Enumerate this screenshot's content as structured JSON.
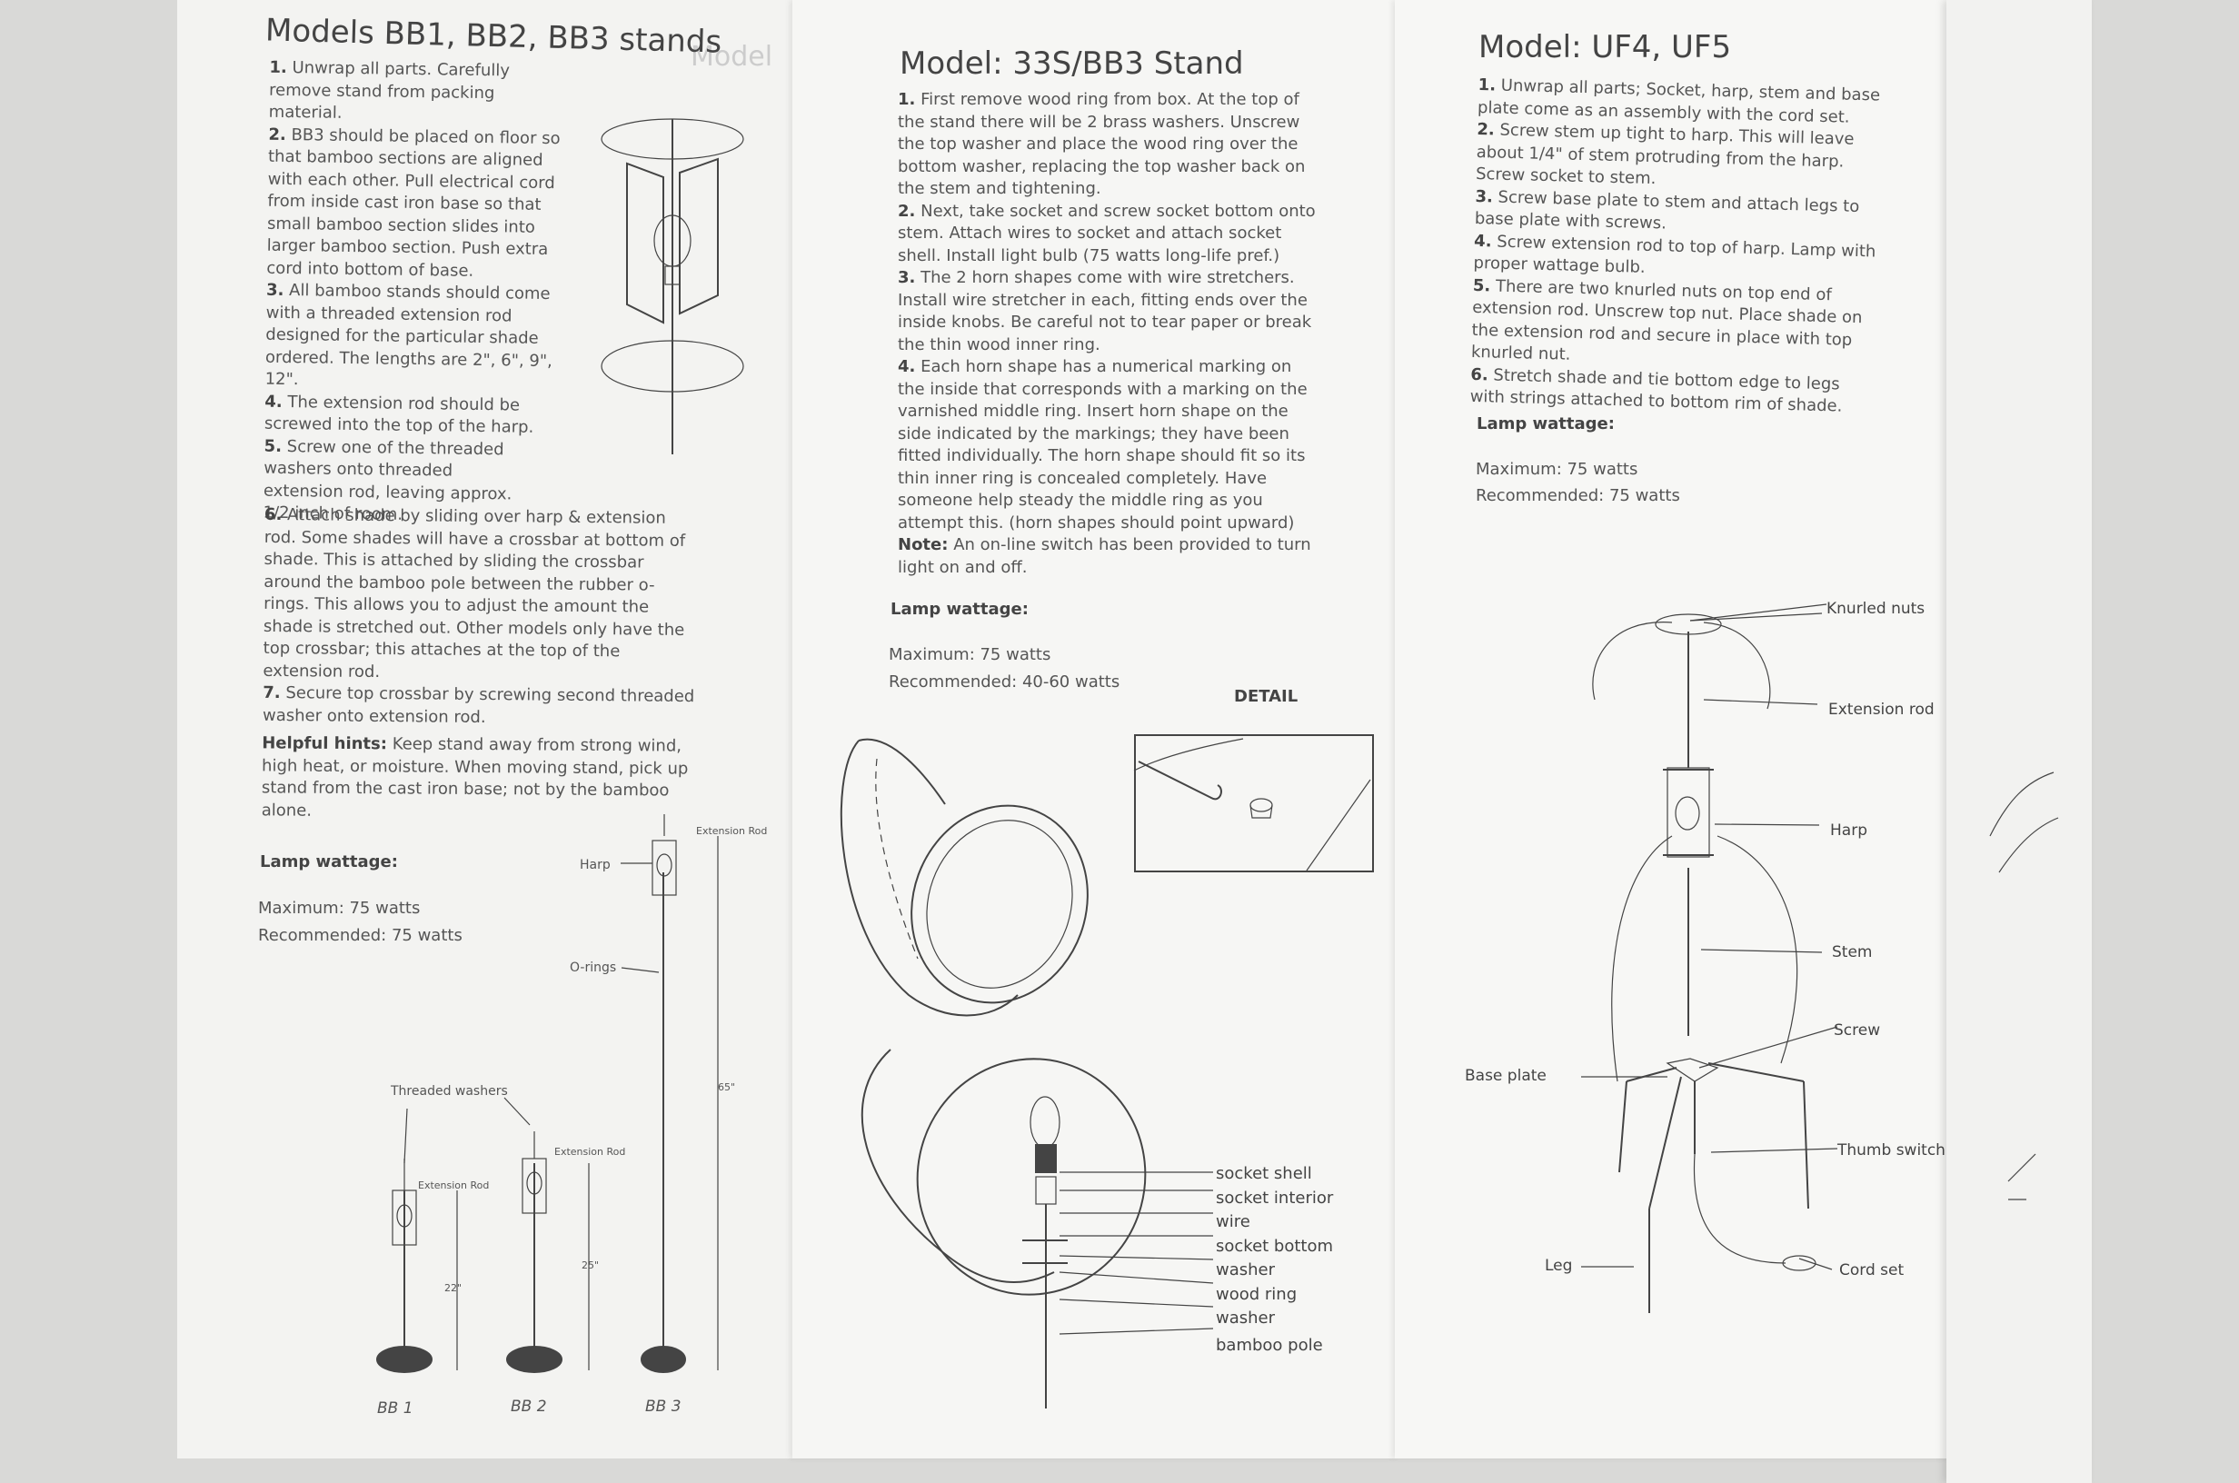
{
  "left": {
    "title": "Models BB1, BB2, BB3 stands",
    "steps": [
      {
        "num": "1.",
        "text": "Unwrap all parts. Carefully remove stand from packing material."
      },
      {
        "num": "2.",
        "text": "BB3 should be placed on floor so that bamboo sections are aligned with each other. Pull electrical cord from inside cast iron base so that small bamboo section slides into larger bamboo section. Push extra cord into bottom of base."
      },
      {
        "num": "3.",
        "text": "All bamboo stands should come with a threaded extension rod designed for the particular shade ordered. The lengths are 2\", 6\", 9\", 12\"."
      },
      {
        "num": "4.",
        "text": "The extension rod should be screwed into the top of the harp."
      },
      {
        "num": "5.",
        "text": "Screw one of the threaded washers onto threaded extension rod, leaving approx. 1/2 inch of room."
      },
      {
        "num": "6.",
        "text": "Attach shade by sliding over harp & extension rod. Some shades will have a crossbar at bottom of shade. This is attached by sliding the crossbar around the bamboo pole between the rubber o-rings. This allows you to adjust the amount the shade is stretched out. Other models only have the top crossbar; this attaches at the top of the extension rod."
      },
      {
        "num": "7.",
        "text": "Secure top crossbar by screwing second threaded washer onto extension rod."
      }
    ],
    "hints_label": "Helpful hints:",
    "hints_text": "Keep stand away from strong wind, high heat, or moisture. When moving stand, pick up stand from the cast iron base; not by the bamboo alone.",
    "wattage_heading": "Lamp wattage:",
    "max": "Maximum: 75 watts",
    "rec": "Recommended: 75 watts",
    "diagram": {
      "harp": "Harp",
      "orings": "O-rings",
      "threaded_washers": "Threaded washers",
      "ext_rod_1": "Extension Rod",
      "ext_rod_2": "Extension Rod",
      "ext_rod_3": "Extension Rod",
      "h1": "22\"",
      "h2": "25\"",
      "h3": "65\"",
      "cap1": "BB 1",
      "cap2": "BB 2",
      "cap3": "BB 3"
    }
  },
  "middle": {
    "title": "Model: 33S/BB3 Stand",
    "steps": [
      {
        "num": "1.",
        "text": "First remove wood ring from box. At the top of the stand there will be 2 brass washers. Unscrew the top washer and place the wood ring over the bottom washer, replacing the top washer back on the stem and tightening."
      },
      {
        "num": "2.",
        "text": "Next, take socket and screw socket bottom onto stem. Attach wires to socket and attach socket shell. Install light bulb (75 watts long-life pref.)"
      },
      {
        "num": "3.",
        "text": "The 2 horn shapes come with wire stretchers. Install wire stretcher in each, fitting ends over the inside knobs. Be careful not to tear paper or break the thin wood inner ring."
      },
      {
        "num": "4.",
        "text": "Each horn shape has a numerical marking on the inside that corresponds with a marking on the varnished middle ring. Insert horn shape on the side indicated by the markings; they have been fitted individually. The horn shape should fit so its thin inner ring is concealed completely. Have someone help steady the middle ring as you attempt this. (horn shapes should point upward)"
      }
    ],
    "note_label": "Note:",
    "note_text": "An on-line switch has been provided to turn light on and off.",
    "wattage_heading": "Lamp wattage:",
    "max": "Maximum: 75 watts",
    "rec": "Recommended: 40-60 watts",
    "detail": "DETAIL",
    "parts": [
      "socket shell",
      "socket interior",
      "wire",
      "socket bottom",
      "washer",
      "wood ring",
      "washer",
      "bamboo pole"
    ]
  },
  "right": {
    "title": "Model: UF4, UF5",
    "steps": [
      {
        "num": "1.",
        "text": "Unwrap all parts; Socket, harp, stem and base plate come as an assembly with the cord set."
      },
      {
        "num": "2.",
        "text": "Screw stem up tight to harp. This will leave about 1/4\" of stem protruding from the harp. Screw socket to stem."
      },
      {
        "num": "3.",
        "text": "Screw base plate to stem and attach legs to base plate with screws."
      },
      {
        "num": "4.",
        "text": "Screw extension rod to top of harp. Lamp with proper wattage bulb."
      },
      {
        "num": "5.",
        "text": "There are two knurled nuts on top end of extension rod. Unscrew top nut. Place shade on the extension rod and secure in place with top knurled nut."
      },
      {
        "num": "6.",
        "text": "Stretch shade and tie bottom edge to legs with strings attached to bottom rim of shade."
      }
    ],
    "wattage_heading": "Lamp wattage:",
    "max": "Maximum: 75 watts",
    "rec": "Recommended: 75 watts",
    "diagram": {
      "knurled_nuts": "Knurled nuts",
      "extension_rod": "Extension rod",
      "harp": "Harp",
      "stem": "Stem",
      "screw": "Screw",
      "base_plate": "Base plate",
      "thumb_switch": "Thumb switch",
      "leg": "Leg",
      "cord_set": "Cord set"
    }
  }
}
